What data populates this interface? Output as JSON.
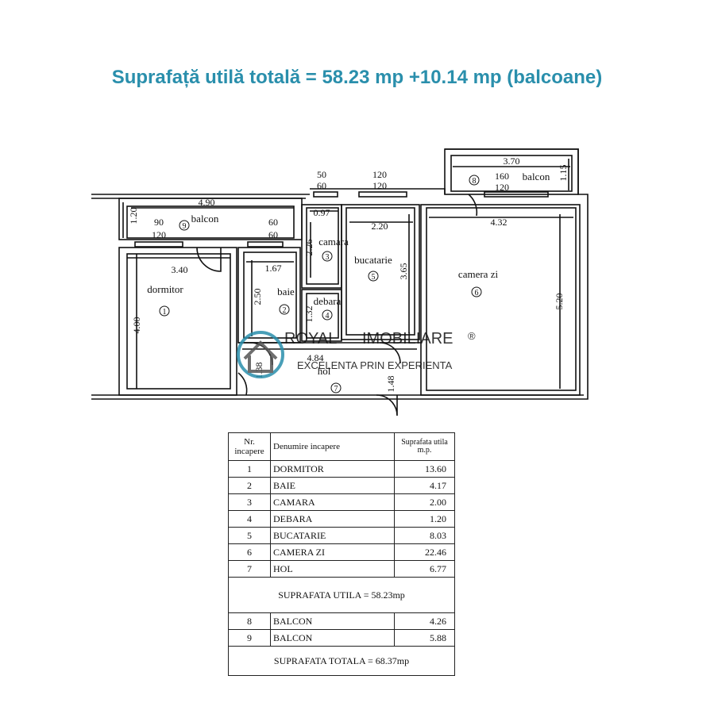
{
  "title": "Suprafață utilă totală = 58.23 mp +10.14 mp (balcoane)",
  "plan": {
    "rooms": [
      {
        "label": "dormitor",
        "num": "1"
      },
      {
        "label": "baie",
        "num": "2"
      },
      {
        "label": "camara",
        "num": "3"
      },
      {
        "label": "debara",
        "num": "4"
      },
      {
        "label": "bucatarie",
        "num": "5"
      },
      {
        "label": "camera zi",
        "num": "6"
      },
      {
        "label": "hol",
        "num": "7"
      },
      {
        "label": "balcon",
        "num": "8"
      },
      {
        "label": "balcon",
        "num": "9"
      }
    ],
    "dims": [
      "4.90",
      "1.20",
      "3.40",
      "4.00",
      "1.67",
      "2.50",
      "0.97",
      "2.26",
      "2.20",
      "3.65",
      "1.32",
      "4.84",
      "1.38",
      "1.48",
      "3.70",
      "1.15",
      "4.32",
      "5.20"
    ],
    "windows": [
      {
        "top": "90",
        "bottom": "120"
      },
      {
        "top": "60",
        "bottom": "60"
      },
      {
        "top": "50",
        "bottom": "60"
      },
      {
        "top": "120",
        "bottom": "120"
      },
      {
        "top": "160",
        "bottom": "120"
      }
    ]
  },
  "watermark": {
    "brand_a": "ROYAL",
    "brand_b": "IMOBILIARE",
    "registered": "®",
    "tagline": "EXCELENTA PRIN EXPERIENTA"
  },
  "table": {
    "headers": {
      "nr": "Nr. incapere",
      "name": "Denumire incapere",
      "area": "Suprafata utila m.p."
    },
    "rows": [
      {
        "nr": "1",
        "name": "DORMITOR",
        "area": "13.60"
      },
      {
        "nr": "2",
        "name": "BAIE",
        "area": "4.17"
      },
      {
        "nr": "3",
        "name": "CAMARA",
        "area": "2.00"
      },
      {
        "nr": "4",
        "name": "DEBARA",
        "area": "1.20"
      },
      {
        "nr": "5",
        "name": "BUCATARIE",
        "area": "8.03"
      },
      {
        "nr": "6",
        "name": "CAMERA ZI",
        "area": "22.46"
      },
      {
        "nr": "7",
        "name": "HOL",
        "area": "6.77"
      }
    ],
    "useful_total": "SUPRAFATA UTILA = 58.23mp",
    "balcony_rows": [
      {
        "nr": "8",
        "name": "BALCON",
        "area": "4.26"
      },
      {
        "nr": "9",
        "name": "BALCON",
        "area": "5.88"
      }
    ],
    "grand_total": "SUPRAFATA TOTALA = 68.37mp"
  },
  "colors": {
    "title": "#2a8fac",
    "watermark": "#2a8fac",
    "lines": "#111111"
  }
}
